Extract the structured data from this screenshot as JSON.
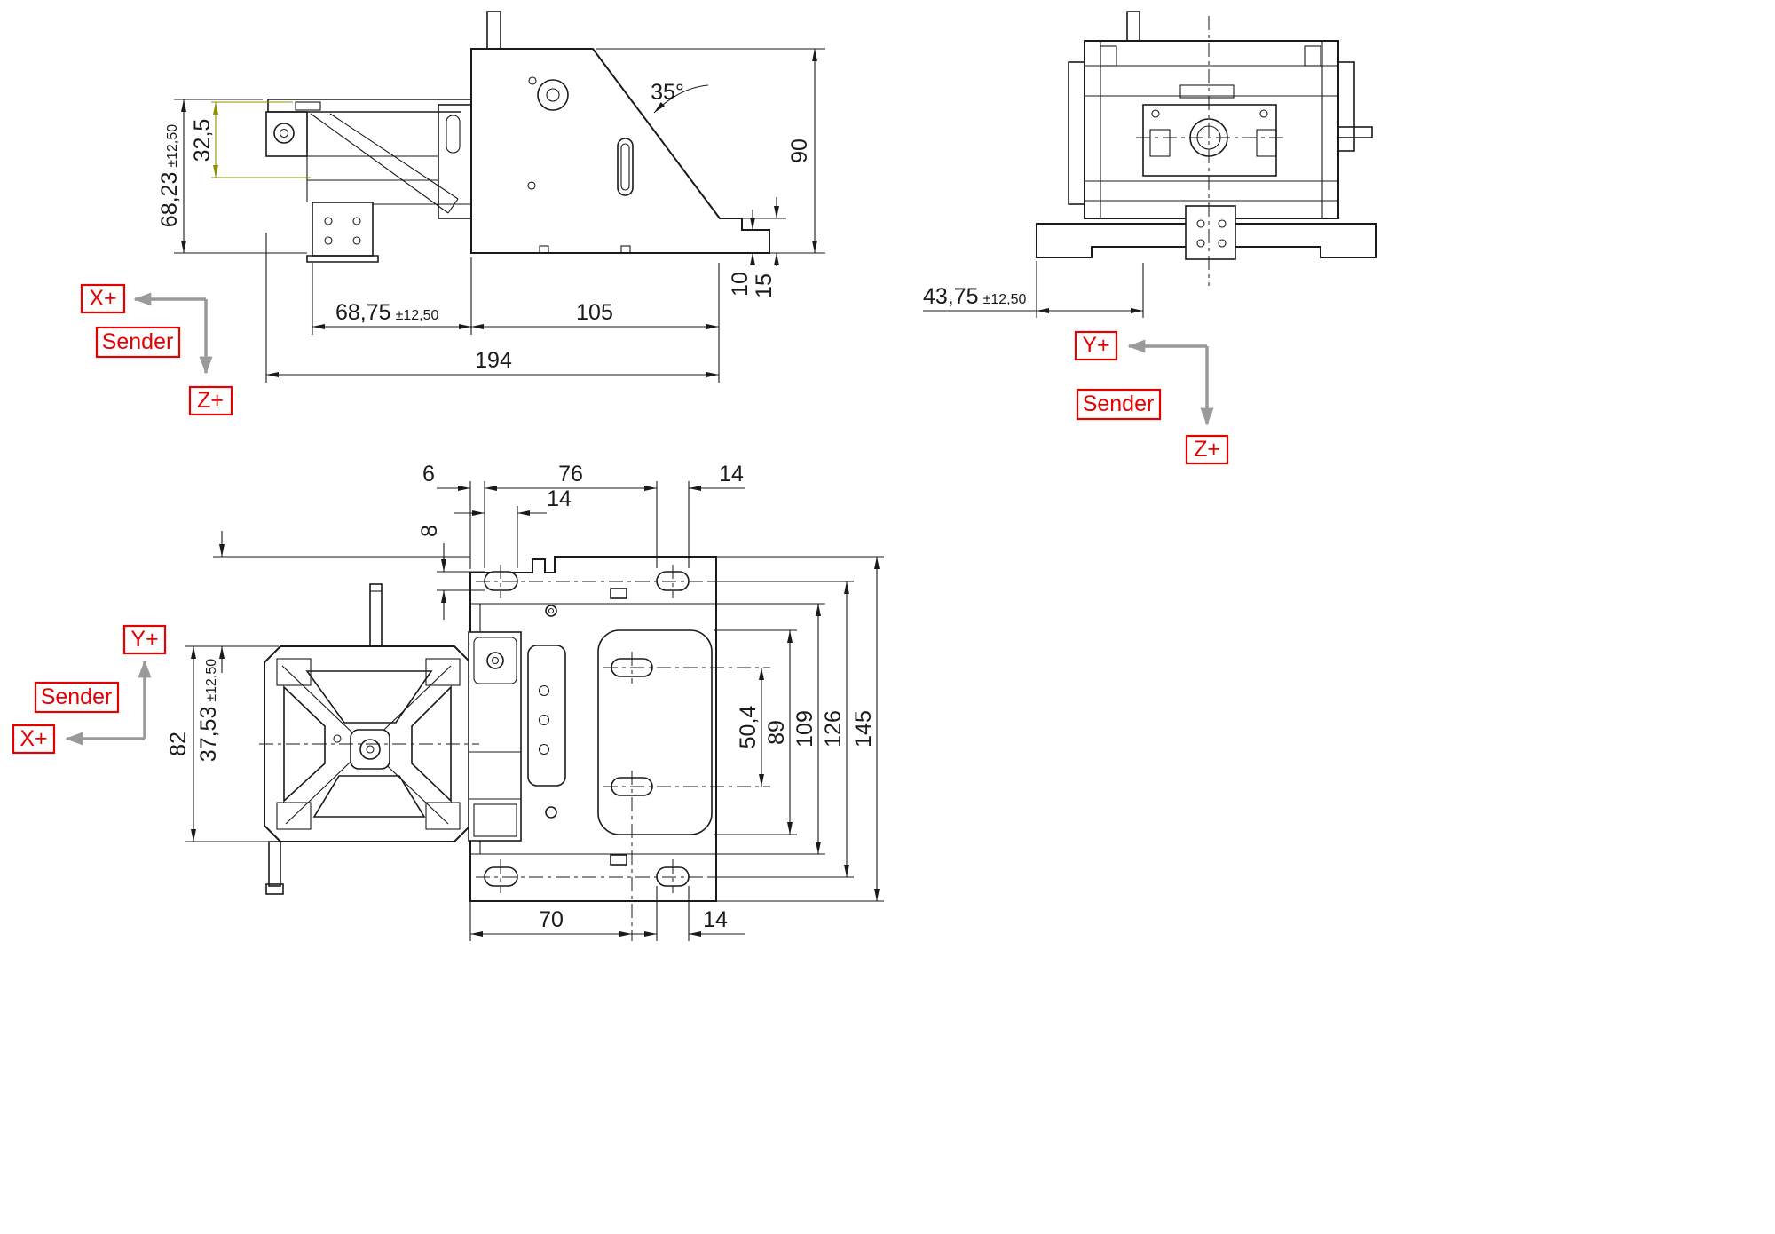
{
  "drawing": {
    "front_view": {
      "dim_32_5": "32,5",
      "dim_68_23": "68,23",
      "tol_68_23": "±12,50",
      "angle_35": "35°",
      "dim_90": "90",
      "dim_10": "10",
      "dim_15": "15",
      "dim_68_75": "68,75",
      "tol_68_75": "±12,50",
      "dim_105": "105",
      "dim_194": "194",
      "axis_x": "X+",
      "axis_z": "Z+",
      "sender_label": "Sender"
    },
    "side_view": {
      "dim_43_75": "43,75",
      "tol_43_75": "±12,50",
      "axis_y": "Y+",
      "axis_z": "Z+",
      "sender_label": "Sender"
    },
    "top_view": {
      "dim_6": "6",
      "dim_76": "76",
      "dim_14_top": "14",
      "dim_8": "8",
      "dim_14_slot": "14",
      "dim_82": "82",
      "dim_37_53": "37,53",
      "tol_37_53": "±12,50",
      "dim_50_4": "50,4",
      "dim_89": "89",
      "dim_109": "109",
      "dim_126": "126",
      "dim_145": "145",
      "dim_70": "70",
      "dim_14_bottom": "14",
      "axis_y": "Y+",
      "axis_x": "X+",
      "sender_label": "Sender"
    },
    "colors": {
      "line": "#1a1a1a",
      "highlight_dim": "#8f8f00",
      "axis_text": "#e60000",
      "axis_arrow": "#9a9a9a",
      "background": "#ffffff"
    }
  }
}
